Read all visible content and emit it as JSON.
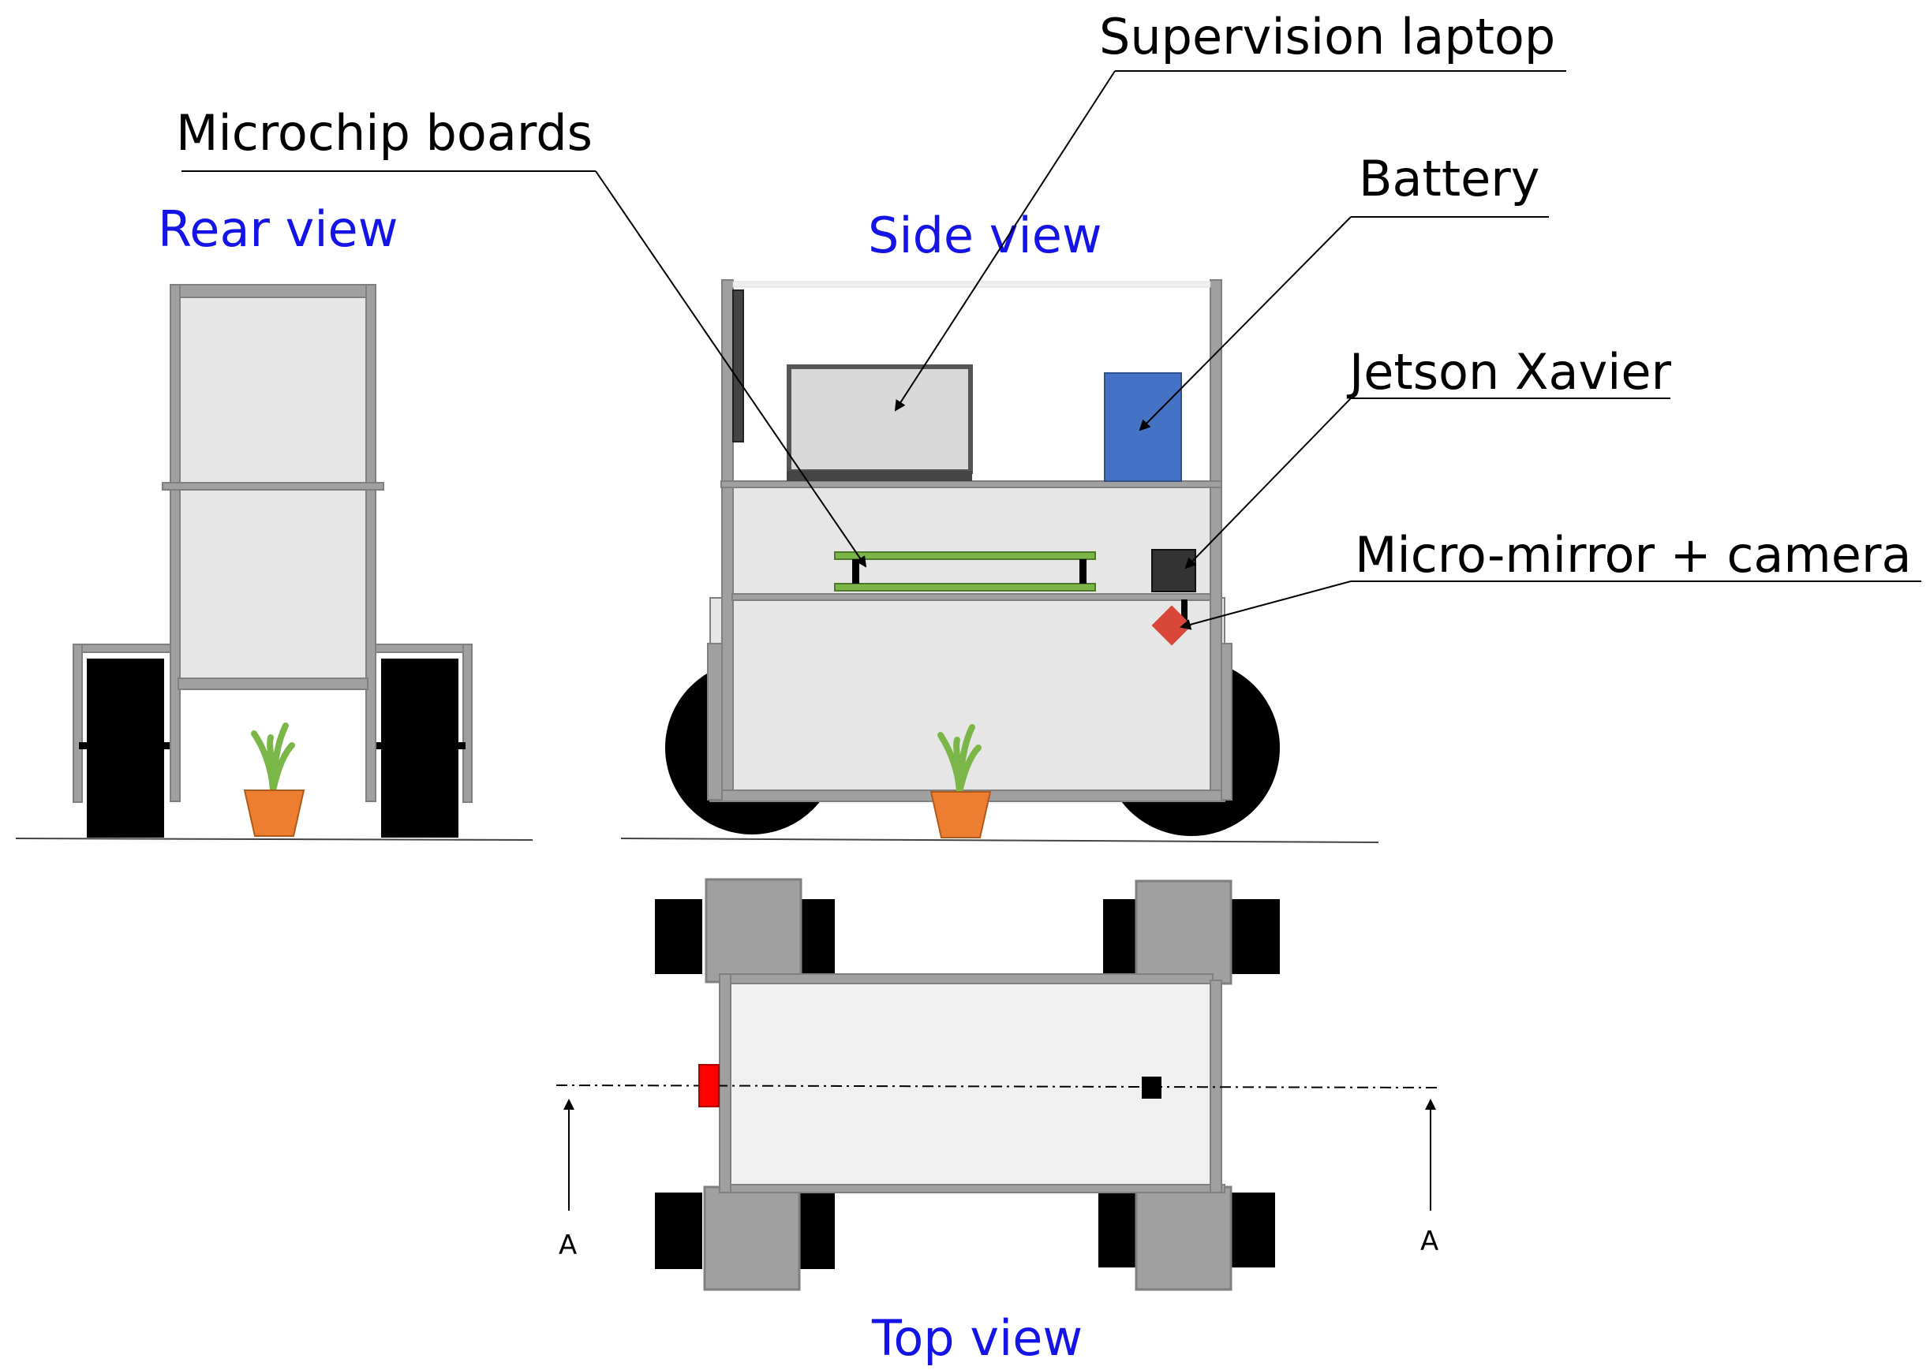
{
  "views": {
    "rear": "Rear view",
    "side": "Side view",
    "top": "Top view"
  },
  "labels": {
    "laptop": "Supervision laptop",
    "boards": "Microchip boards",
    "battery": "Battery",
    "jetson": "Jetson Xavier",
    "mirror": "Micro-mirror + camera"
  },
  "section": {
    "left": "A",
    "right": "A"
  },
  "colors": {
    "view_label": "#1414e6",
    "frame": "#a0a0a0",
    "frame_stroke": "#808080",
    "panel": "#e6e6e6",
    "wheel": "#000000",
    "board": "#7ab648",
    "battery": "#4472c4",
    "jetson": "#333333",
    "mirror": "#d9473a",
    "pot": "#ed7d31",
    "plant": "#7ab648",
    "marker_red": "#ff0000"
  }
}
